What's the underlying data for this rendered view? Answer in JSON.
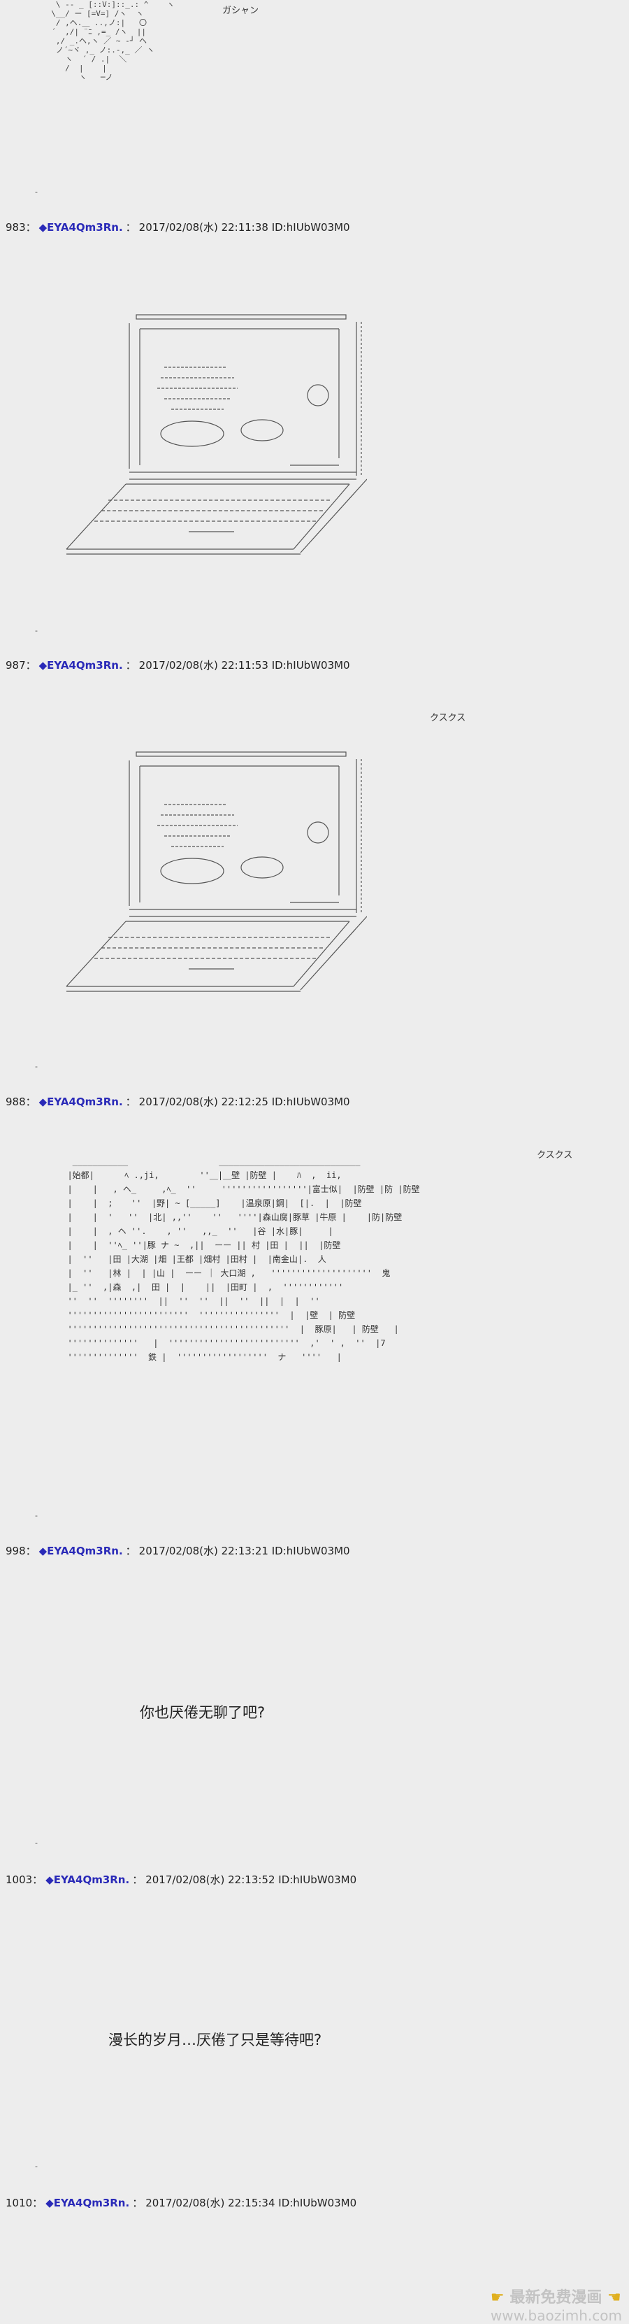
{
  "panel1": {
    "sfx": "ガシャン",
    "dash": "-",
    "ascii": "   \\ -- _ [::V:]::_.: ^    ヽ\n  \\__/ ー [=V=] /ヽ  ヽ\n   / ,ヘ.＿ ..,ノ:|   〇\n  ´  ,/| ¨ﾆ ,=_ /ヽ  ||\n   ,/ _.ヘ,ヽ ／ ~ ‐┘ ヘ\n   ノ´~ヾ ,_ ノ:.-,_ ／ ヽ\n     ヽ  ´ / .|  ＼\n     /  |    |\n        ヽ   ─ノ"
  },
  "post1": {
    "num": "983：",
    "name": "◆EYA4Qm3Rn.",
    "date": "2017/02/08(水) 22:11:38",
    "id": "ID:hIUbW03M0"
  },
  "panel2": {
    "dash": "-"
  },
  "post2": {
    "num": "987：",
    "name": "◆EYA4Qm3Rn.",
    "date": "2017/02/08(水) 22:11:53",
    "id": "ID:hIUbW03M0"
  },
  "panel3": {
    "sfx": "クスクス",
    "dash": "-"
  },
  "post3": {
    "num": "988：",
    "name": "◆EYA4Qm3Rn.",
    "date": "2017/02/08(水) 22:12:25",
    "id": "ID:hIUbW03M0"
  },
  "panel4": {
    "sfx": "クスクス",
    "dash": "-",
    "ascii": "   ___________                  ____________________________\n  |始都|      ﾍ .,ji,        ''＿|＿壁 |防壁 |    ﾊ  ,  ii,\n  |    |   , ヘ_     ,ﾍ_  ''     '''''''''''''''''|富士似|  |防壁 |防 |防壁\n  |    |  ; 　 ''  |野| ~ [_____]    |温泉原|鋼|  [|.  |  |防壁\n  |    |  '   ''  |北| ,,''    ''   ''''|森山腐|豚草 |牛原 |    |防|防壁\n  |    |  , ヘ ''.    , ''   ,,_  ''   |谷 |水|豚|     |\n  |    |  ''ﾍ_ ''|豚 ナ ~  ,||  ーー || 村 |田 |  ||  |防壁\n  |  ''   |田 |大湖 |畑 |王都 |畑村 |田村 |  |南金山|.  人\n  |  ''   |林 |  | |山 |  ーー ｜ 大口湖 ,   ''''''''''''''''''''  鬼\n  |_ ''  ,|森  ,|  田 |  |    ||  |田町 |  ,  ''''''''''''\n  ''  ''  ''''''''  ||  ''  ''  ||  ''  ||  |  |  '' \n  ''''''''''''''''''''''''  ''''''''''''''''  |  |壁  | 防壁   \n  ''''''''''''''''''''''''''''''''''''''''''''  |  豚原|   | 防壁   |\n  ''''''''''''''   |  ''''''''''''''''''''''''''  ,'  ' ,  ''  |7\n  ''''''''''''''  鉄 |  ''''''''''''''''''  ナ   ''''   |"
  },
  "post4": {
    "num": "998：",
    "name": "◆EYA4Qm3Rn.",
    "date": "2017/02/08(水) 22:13:21",
    "id": "ID:hIUbW03M0"
  },
  "panel5": {
    "speech": "你也厌倦无聊了吧?",
    "dash": "-"
  },
  "post5": {
    "num": "1003：",
    "name": "◆EYA4Qm3Rn.",
    "date": "2017/02/08(水) 22:13:52",
    "id": "ID:hIUbW03M0"
  },
  "panel6": {
    "speech": "漫长的岁月…厌倦了只是等待吧?",
    "dash": "-"
  },
  "post6": {
    "num": "1010：",
    "name": "◆EYA4Qm3Rn.",
    "date": "2017/02/08(水) 22:15:34",
    "id": "ID:hIUbW03M0"
  },
  "watermark": {
    "text": "最新免费漫画",
    "domain": "www.baozimh.com",
    "hand_icon": "hand-point-icon"
  }
}
